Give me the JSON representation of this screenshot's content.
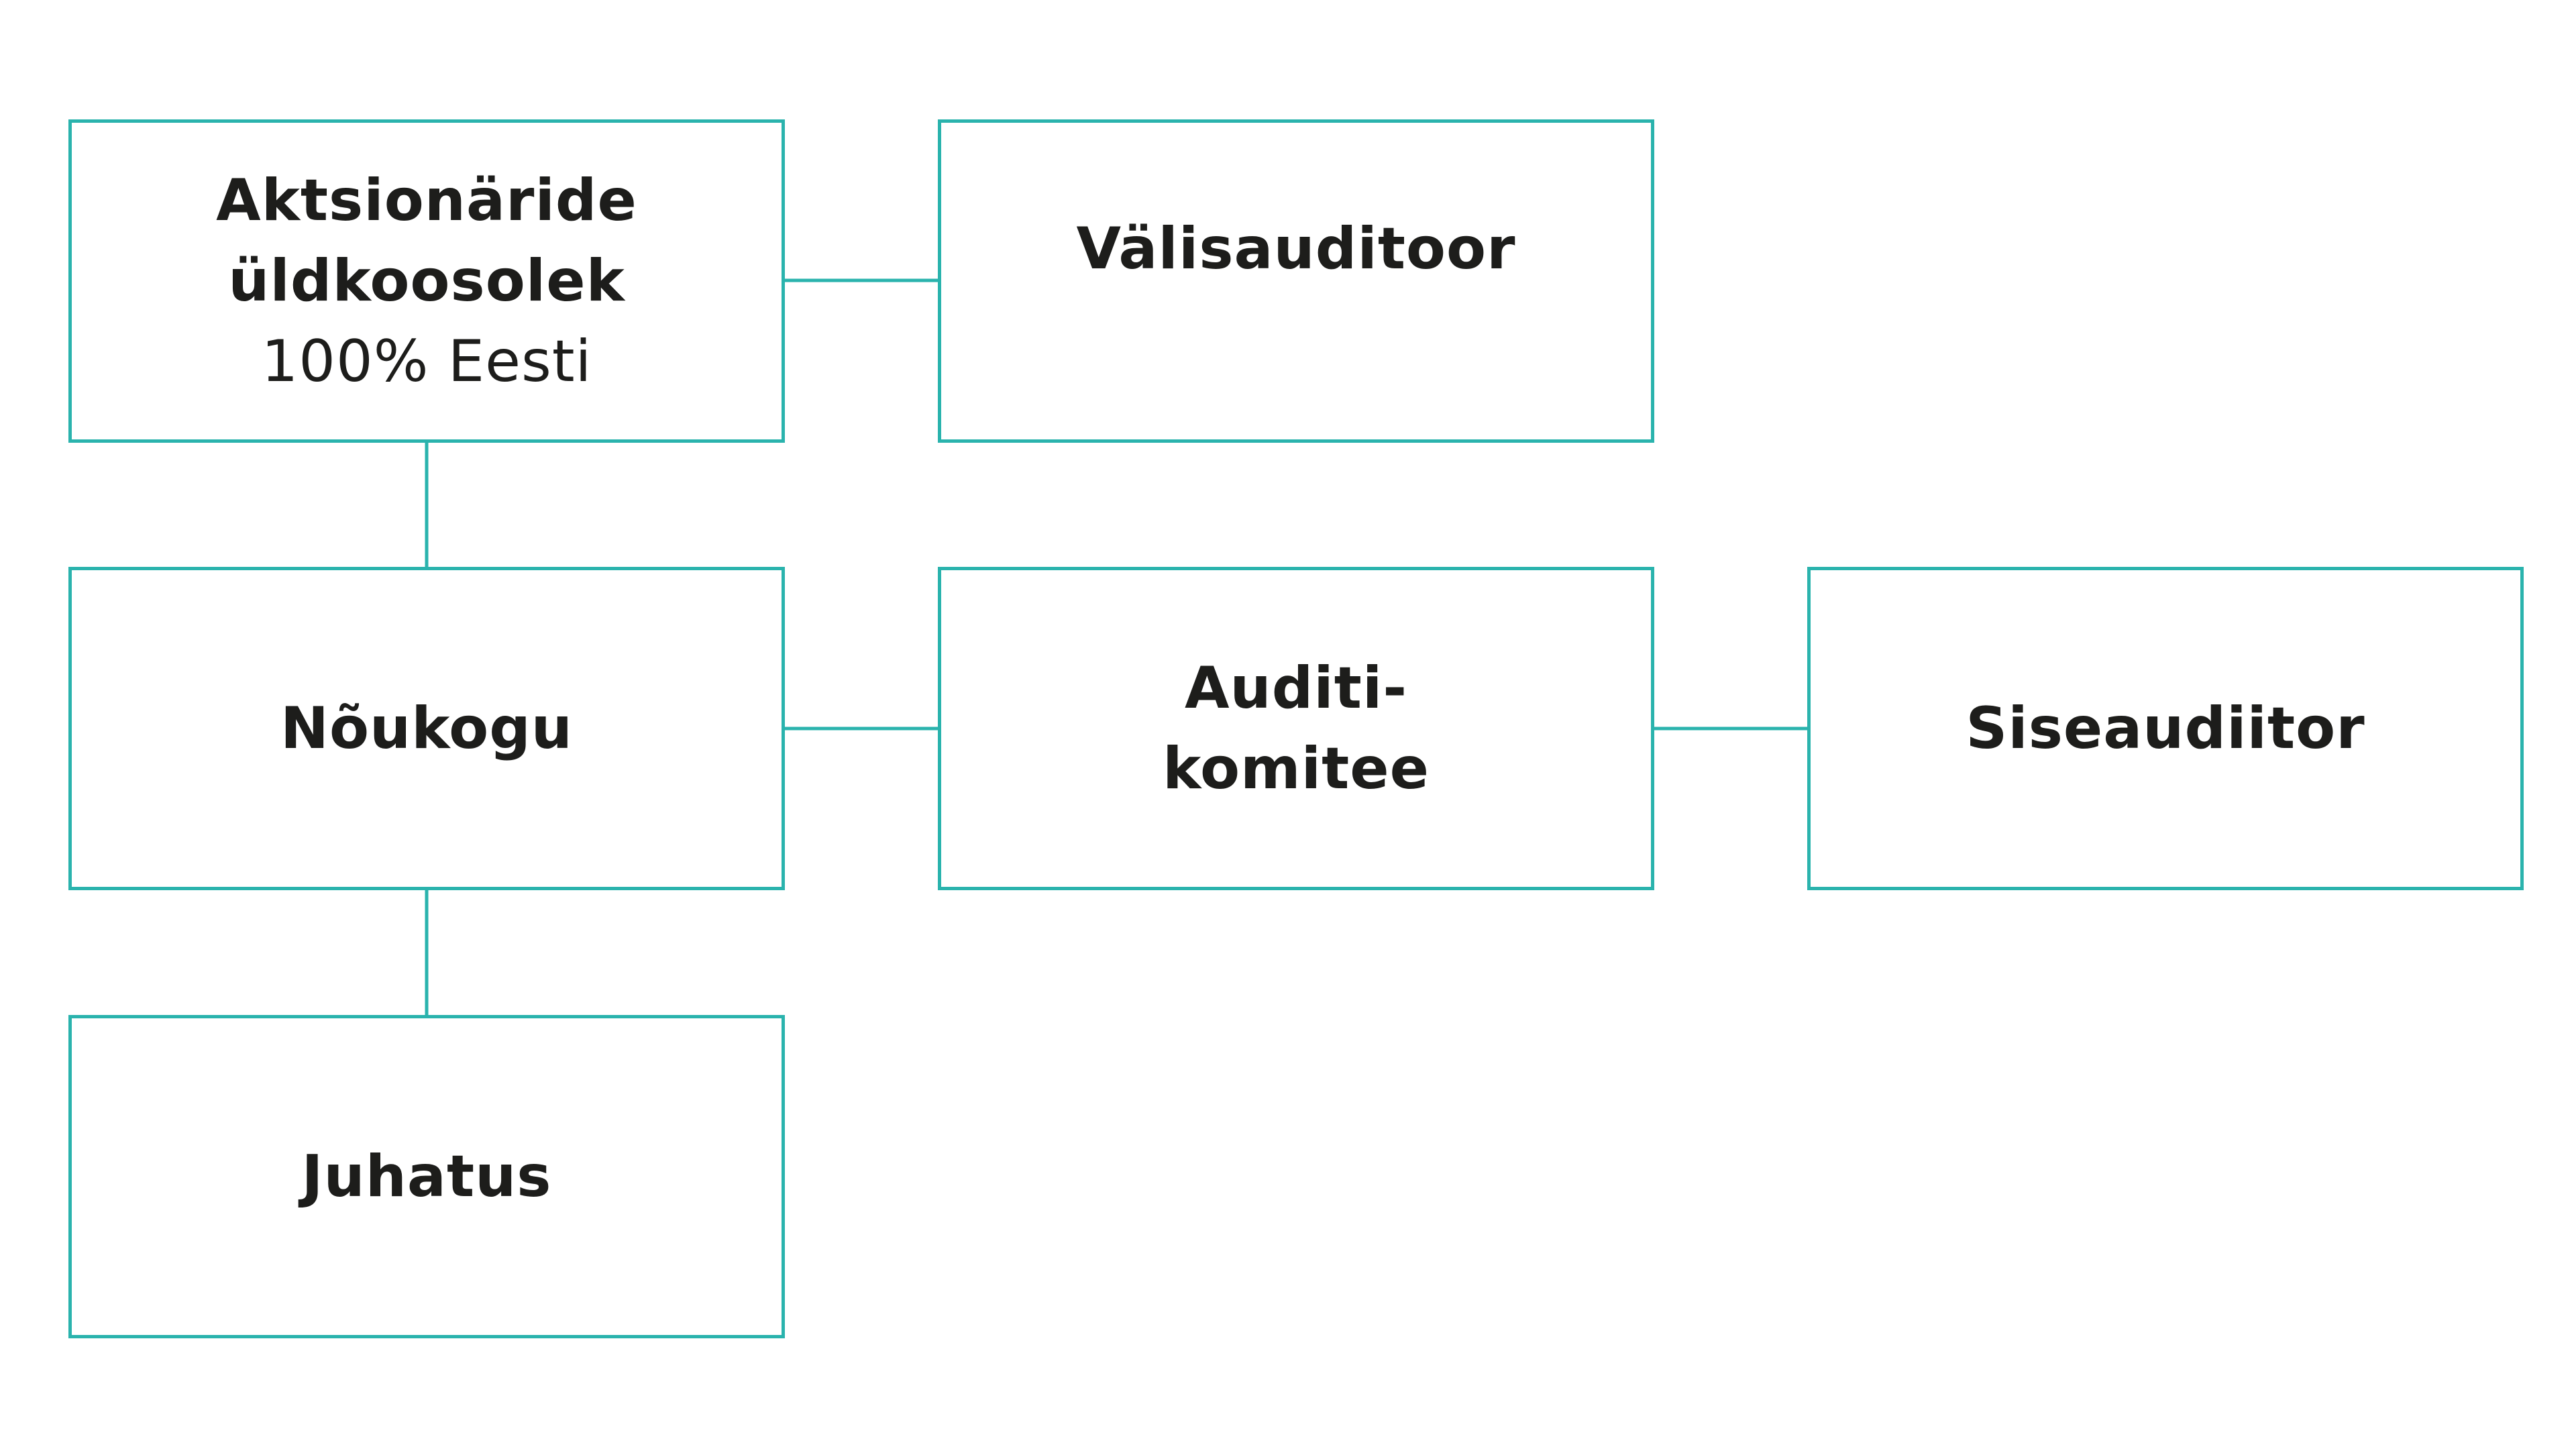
{
  "colors": {
    "border": "#2ab3ad",
    "connector": "#2ab3ad",
    "text": "#1d1d1b",
    "background": "#ffffff"
  },
  "nodes": {
    "agm": {
      "line1": "Aktsionäride",
      "line2": "üldkoosolek",
      "line3": "100% Eesti"
    },
    "external_auditor": {
      "label": "Välisauditoor"
    },
    "council": {
      "label": "Nõukogu"
    },
    "audit_committee": {
      "line1": "Auditi-",
      "line2": "komitee"
    },
    "internal_auditor": {
      "label": "Siseaudiitor"
    },
    "board": {
      "label": "Juhatus"
    }
  },
  "connectors": [
    {
      "from": "agm",
      "to": "external_auditor"
    },
    {
      "from": "agm",
      "to": "council"
    },
    {
      "from": "council",
      "to": "audit_committee"
    },
    {
      "from": "audit_committee",
      "to": "internal_auditor"
    },
    {
      "from": "council",
      "to": "board"
    }
  ]
}
